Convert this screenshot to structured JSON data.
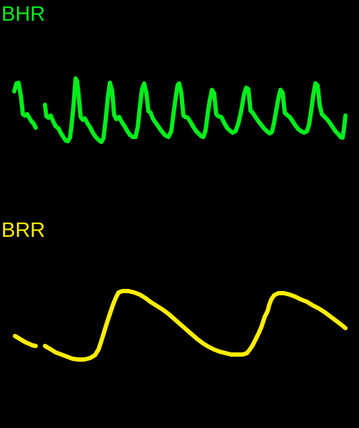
{
  "monitor": {
    "channels": [
      {
        "id": "bhr",
        "label": "BHR",
        "color": "#00ee1c"
      },
      {
        "id": "brr",
        "label": "BRR",
        "color": "#ffee00"
      }
    ]
  }
}
